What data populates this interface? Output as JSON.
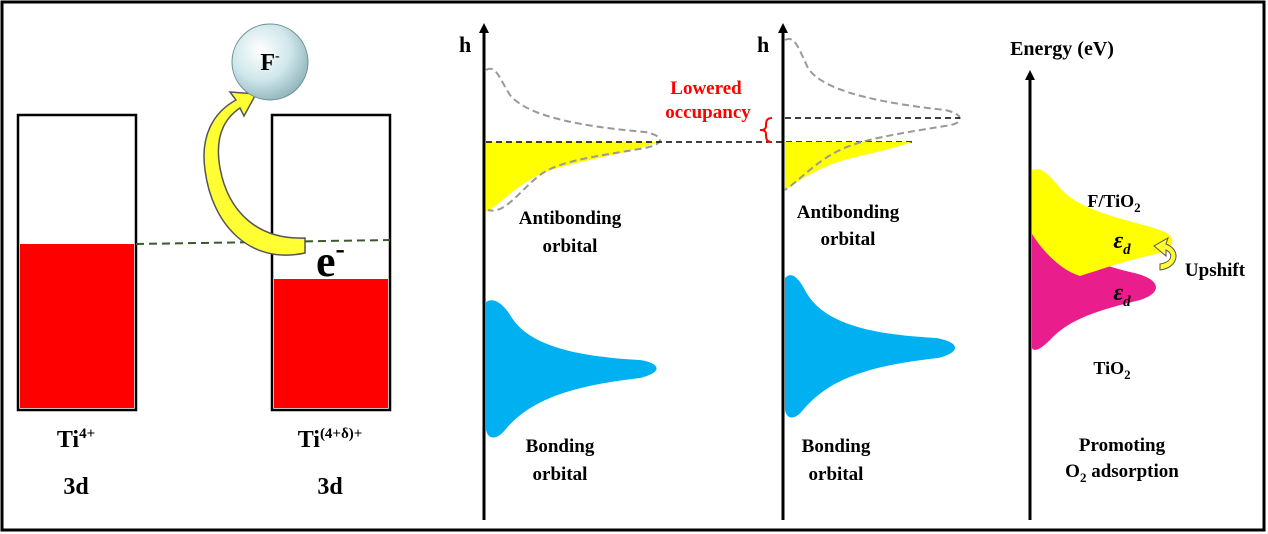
{
  "colors": {
    "frame": "#000000",
    "band_fill": "#ff0000",
    "ball": "#c9e6ea",
    "arrow": "#ffff33",
    "fermi_dash_left": "#3a5a2a",
    "antibonding": "#ffff00",
    "bonding": "#00b0f0",
    "magenta": "#e91e8c",
    "annotation_red": "#ff0000"
  },
  "panel1": {
    "ion_symbol": "F",
    "ion_charge": "-",
    "electron_symbol": "e",
    "electron_charge": "-",
    "left_label_base": "Ti",
    "left_label_sup": "4+",
    "left_orbital": "3d",
    "right_label_base": "Ti",
    "right_label_sup": "(4+δ)+",
    "right_orbital": "3d"
  },
  "panel2": {
    "axis_label": "h",
    "antibonding_line1": "Antibonding",
    "antibonding_line2": "orbital",
    "bonding_line1": "Bonding",
    "bonding_line2": "orbital"
  },
  "panel3": {
    "axis_label": "h",
    "annotation_line1": "Lowered",
    "annotation_line2": "occupancy",
    "antibonding_line1": "Antibonding",
    "antibonding_line2": "orbital",
    "bonding_line1": "Bonding",
    "bonding_line2": "orbital"
  },
  "panel4": {
    "axis_label": "Energy (eV)",
    "ftio2_prefix": "F/TiO",
    "ftio2_sub": "2",
    "tio2_prefix": "TiO",
    "tio2_sub": "2",
    "epsilon_symbol": "ε",
    "epsilon_sub": "d",
    "upshift_label": "Upshift",
    "footer_line1": "Promoting",
    "footer_prefix": "O",
    "footer_sub": "2",
    "footer_suffix": " adsorption"
  }
}
